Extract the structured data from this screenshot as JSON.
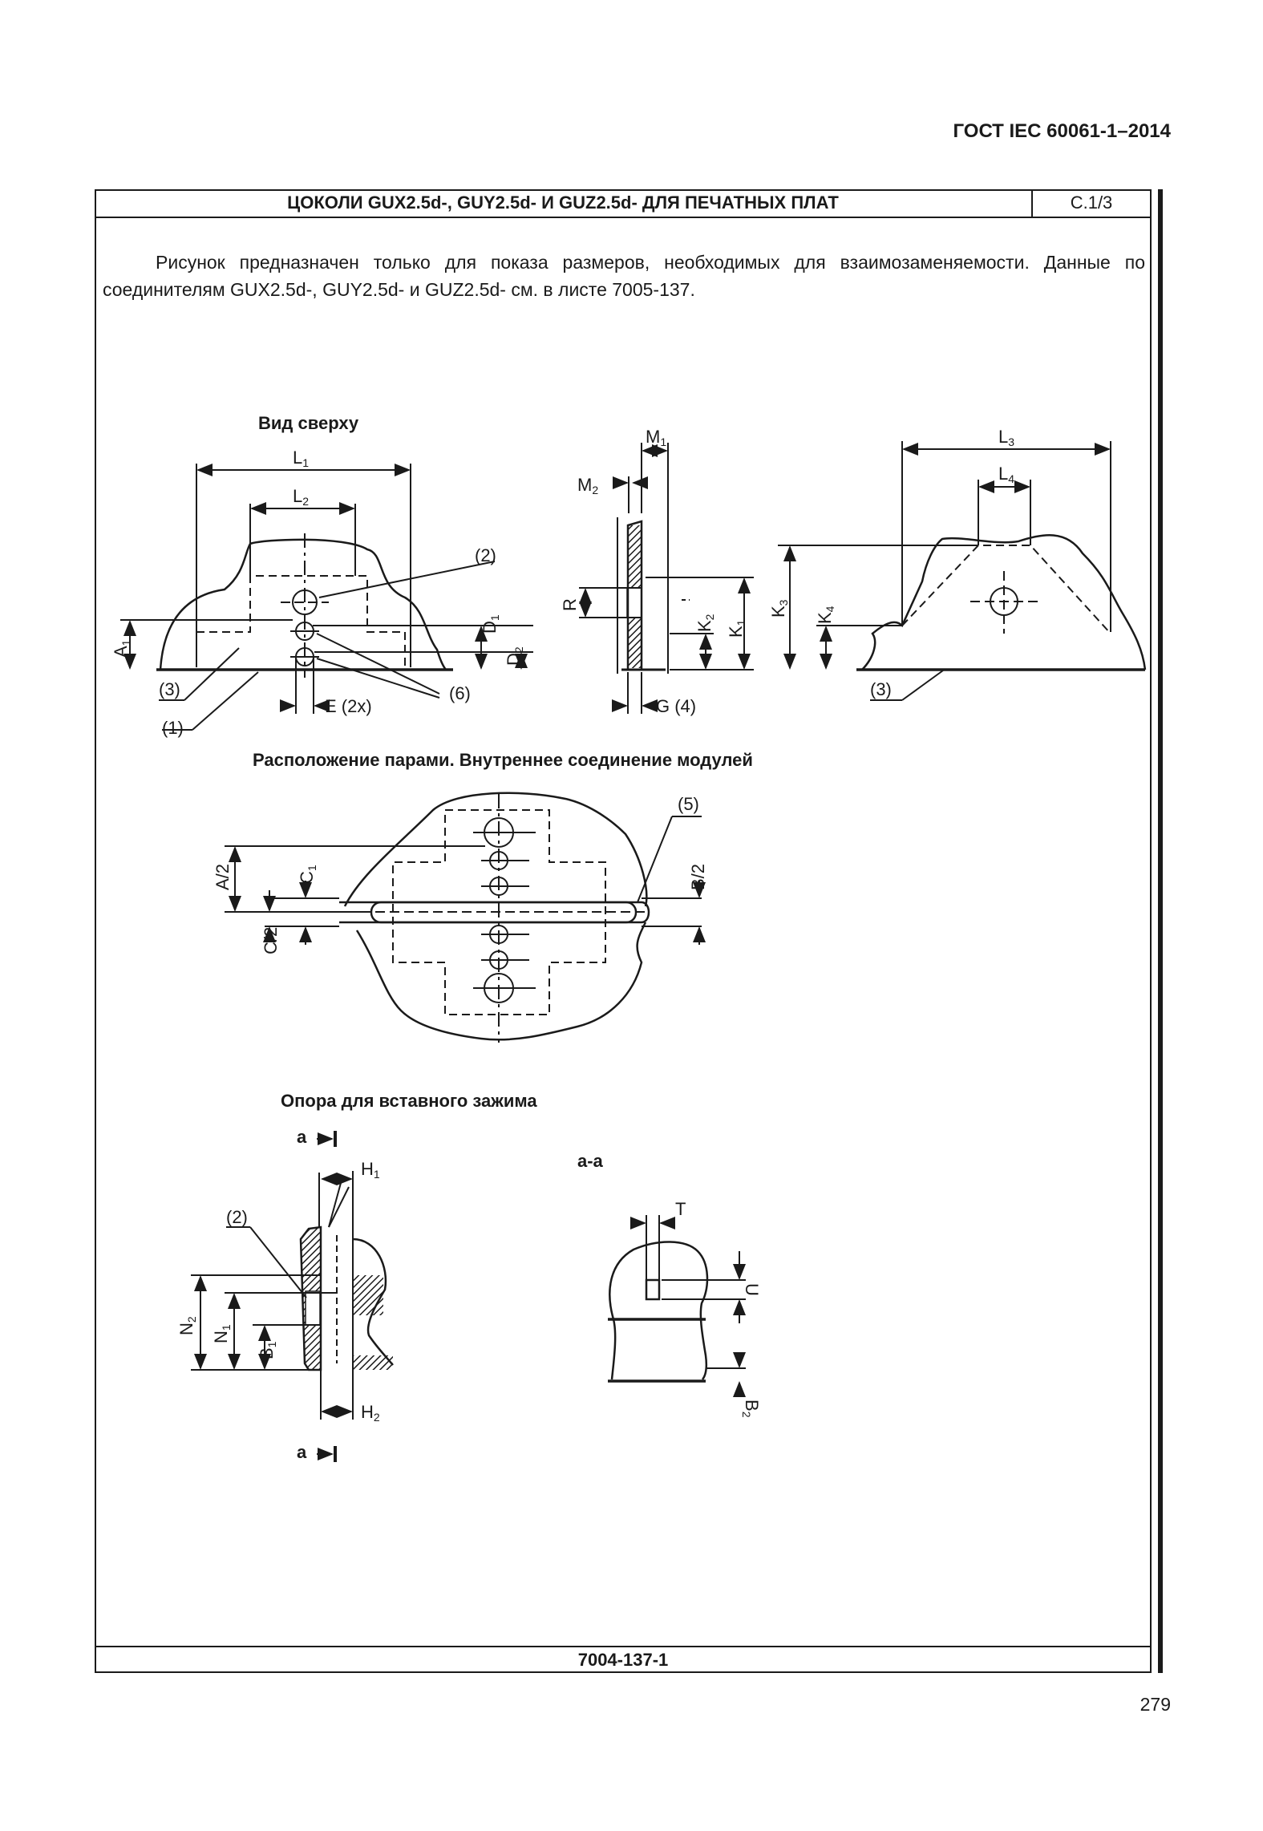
{
  "header": {
    "standard": "ГОСТ IEC 60061-1–2014"
  },
  "title_block": {
    "title": "ЦОКОЛИ GUX2.5d-, GUY2.5d- И GUZ2.5d- ДЛЯ ПЕЧАТНЫХ ПЛАТ",
    "sheet": "С.1/3"
  },
  "intro": "Рисунок предназначен только для показа размеров, необходимых для взаимозаменяемости. Данные по соединителям GUX2.5d-, GUY2.5d- и GUZ2.5d- см. в листе 7005-137.",
  "captions": {
    "top_view": "Вид сверху",
    "pairs": "Расположение парами. Внутреннее соединение модулей",
    "support": "Опора для вставного зажима",
    "section": "а-а",
    "section_mark": "а"
  },
  "labels": {
    "L": "L",
    "M": "M",
    "K": "K",
    "D": "D",
    "A": "A",
    "R": "R",
    "G4": "G (4)",
    "E2x": "E (2x)",
    "N": "N",
    "B": "B",
    "H": "H",
    "T": "T",
    "U": "U",
    "A_half": "A/2",
    "C": "C",
    "C_half": "C/2",
    "B_half": "B/2",
    "sub1": "1",
    "sub2": "2",
    "sub3": "3",
    "sub4": "4",
    "ref1": "(1)",
    "ref2": "(2)",
    "ref3": "(3)",
    "ref5": "(5)",
    "ref6": "(6)"
  },
  "footer": {
    "sheet_code": "7004-137-1",
    "page": "279"
  },
  "colors": {
    "ink": "#1a1a1a",
    "background": "#ffffff"
  }
}
